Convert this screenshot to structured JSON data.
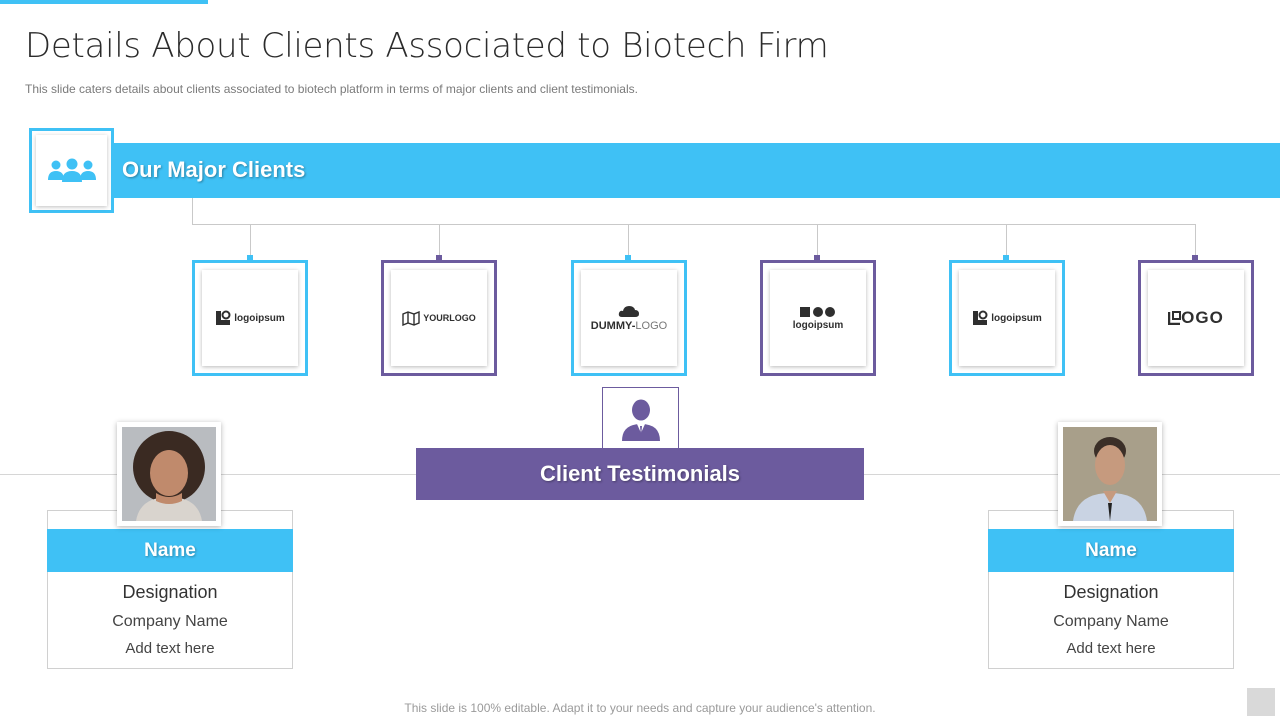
{
  "slide": {
    "title": "Details About Clients Associated to Biotech Firm",
    "subtitle": "This slide caters details about clients associated to biotech platform in terms of major clients and client testimonials.",
    "footer": "This slide is 100% editable. Adapt it to your needs and capture your audience's attention."
  },
  "major_clients": {
    "heading": "Our Major Clients",
    "icon": "people-group-icon",
    "logos": [
      {
        "text": "logoipsum",
        "icon": "logoipsum-mark-icon"
      },
      {
        "text": "YOURLOGO",
        "icon": "map-fold-icon"
      },
      {
        "text_a": "DUMMY-",
        "text_b": "LOGO",
        "icon": "cloud-icon"
      },
      {
        "text": "logoipsum",
        "icon": "shapes-icon"
      },
      {
        "text": "logoipsum",
        "icon": "logoipsum-mark-icon"
      },
      {
        "text": "OGO",
        "icon": "l-corner-icon"
      }
    ]
  },
  "testimonials": {
    "heading": "Client Testimonials",
    "icon": "person-silhouette-icon",
    "people": [
      {
        "name": "Name",
        "designation": "Designation",
        "company": "Company Name",
        "text": "Add text here"
      },
      {
        "name": "Name",
        "designation": "Designation",
        "company": "Company Name",
        "text": "Add text here"
      }
    ]
  },
  "colors": {
    "accent_blue": "#3fc1f5",
    "accent_purple": "#6c5b9e"
  }
}
